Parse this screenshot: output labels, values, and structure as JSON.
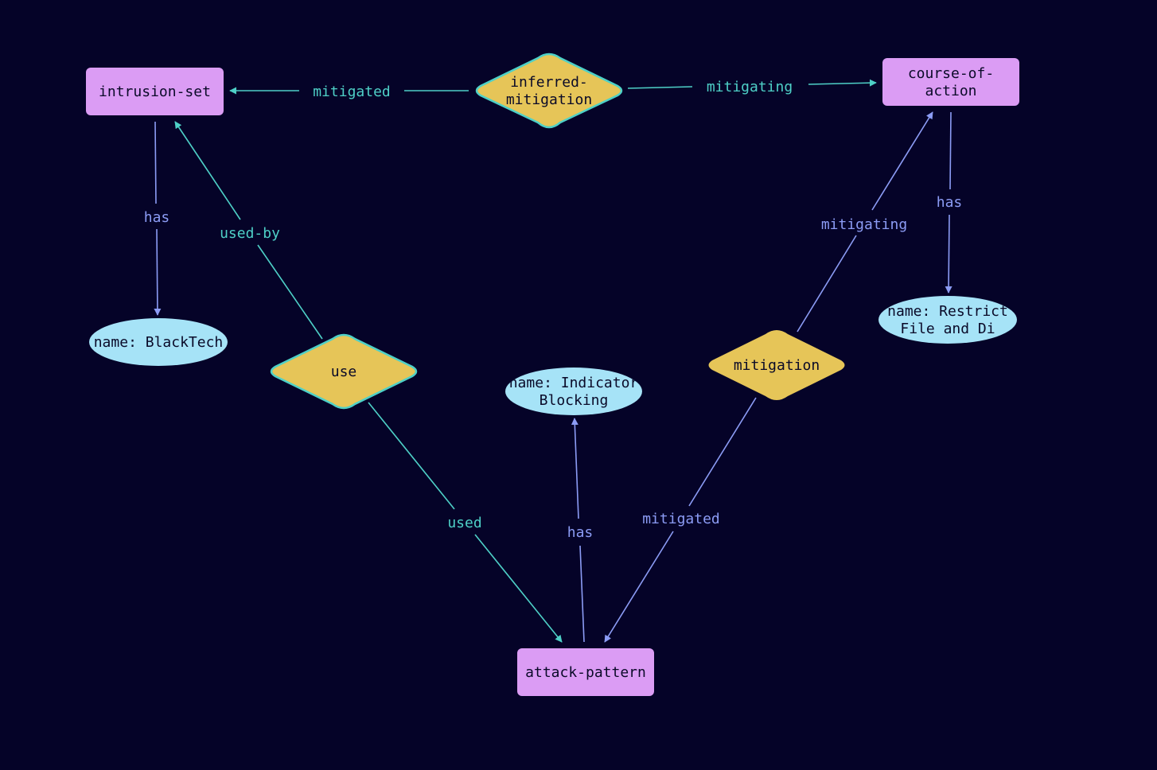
{
  "colors": {
    "background": "#050328",
    "entity_fill": "#db9cf4",
    "relationship_fill": "#e6c558",
    "relationship_stroke": "#4ed0c7",
    "attribute_fill": "#a6e3f7",
    "edge_teal": "#4ed0c7",
    "edge_blue": "#8c9cf5",
    "node_text": "#0a0a28"
  },
  "nodes": {
    "intrusion_set": {
      "type": "entity",
      "lines": [
        "intrusion-set"
      ]
    },
    "course_of_action": {
      "type": "entity",
      "lines": [
        "course-of-",
        "action"
      ]
    },
    "attack_pattern": {
      "type": "entity",
      "lines": [
        "attack-pattern"
      ]
    },
    "inferred_mitigation": {
      "type": "relationship",
      "lines": [
        "inferred-",
        "mitigation"
      ]
    },
    "use": {
      "type": "relationship",
      "lines": [
        "use"
      ]
    },
    "mitigation": {
      "type": "relationship",
      "lines": [
        "mitigation"
      ]
    },
    "name_blacktech": {
      "type": "attribute",
      "lines": [
        "name: BlackTech"
      ]
    },
    "name_indicator": {
      "type": "attribute",
      "lines": [
        "name: Indicator",
        "Blocking"
      ]
    },
    "name_restrict": {
      "type": "attribute",
      "lines": [
        "name: Restrict",
        "File and Di"
      ]
    }
  },
  "edges": {
    "im_to_is": {
      "label": "mitigated",
      "color": "teal"
    },
    "im_to_coa": {
      "label": "mitigating",
      "color": "teal"
    },
    "is_has": {
      "label": "has",
      "color": "blue"
    },
    "use_to_is": {
      "label": "used-by",
      "color": "teal"
    },
    "use_to_ap": {
      "label": "used",
      "color": "teal"
    },
    "ap_has": {
      "label": "has",
      "color": "blue"
    },
    "mit_to_coa": {
      "label": "mitigating",
      "color": "blue"
    },
    "mit_to_ap": {
      "label": "mitigated",
      "color": "blue"
    },
    "coa_has": {
      "label": "has",
      "color": "blue"
    }
  }
}
